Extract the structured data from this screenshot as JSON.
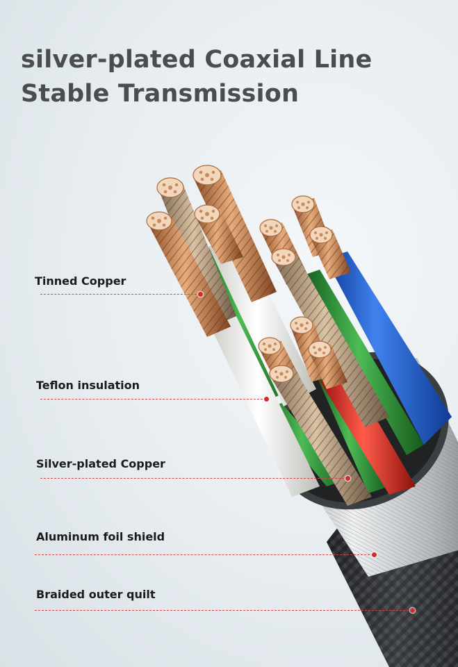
{
  "title": {
    "line1": "silver-plated Coaxial Line",
    "line2": "Stable Transmission"
  },
  "callouts": [
    {
      "label": "Tinned Copper"
    },
    {
      "label": "Teflon insulation"
    },
    {
      "label": "Silver-plated Copper"
    },
    {
      "label": "Aluminum foil shield"
    },
    {
      "label": "Braided outer quilt"
    }
  ],
  "colors": {
    "title": "#4a4d50",
    "leader": "#d64545",
    "copper": "#c8804f",
    "wire_blue": "#1f5fd6",
    "wire_green": "#2f9a3c",
    "wire_red": "#e0322b",
    "wire_white": "#f1f1ee",
    "shield": "#c9ccce",
    "braid": "#2b2d30"
  }
}
